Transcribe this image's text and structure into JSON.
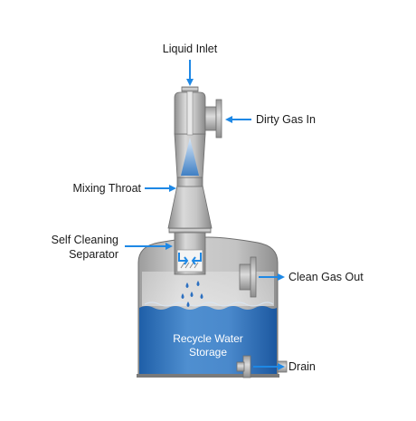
{
  "labels": {
    "liquid_inlet": "Liquid Inlet",
    "dirty_gas_in": "Dirty Gas In",
    "mixing_throat": "Mixing Throat",
    "self_cleaning_line1": "Self Cleaning",
    "self_cleaning_line2": "Separator",
    "clean_gas_out": "Clean Gas Out",
    "storage_line1": "Recycle Water",
    "storage_line2": "Storage",
    "drain": "Drain"
  },
  "colors": {
    "arrow": "#1e88e5",
    "steel_light": "#d6d6d6",
    "steel_dark": "#8c8c8c",
    "water_light": "#4f8fd0",
    "water_dark": "#1f5fa8"
  }
}
